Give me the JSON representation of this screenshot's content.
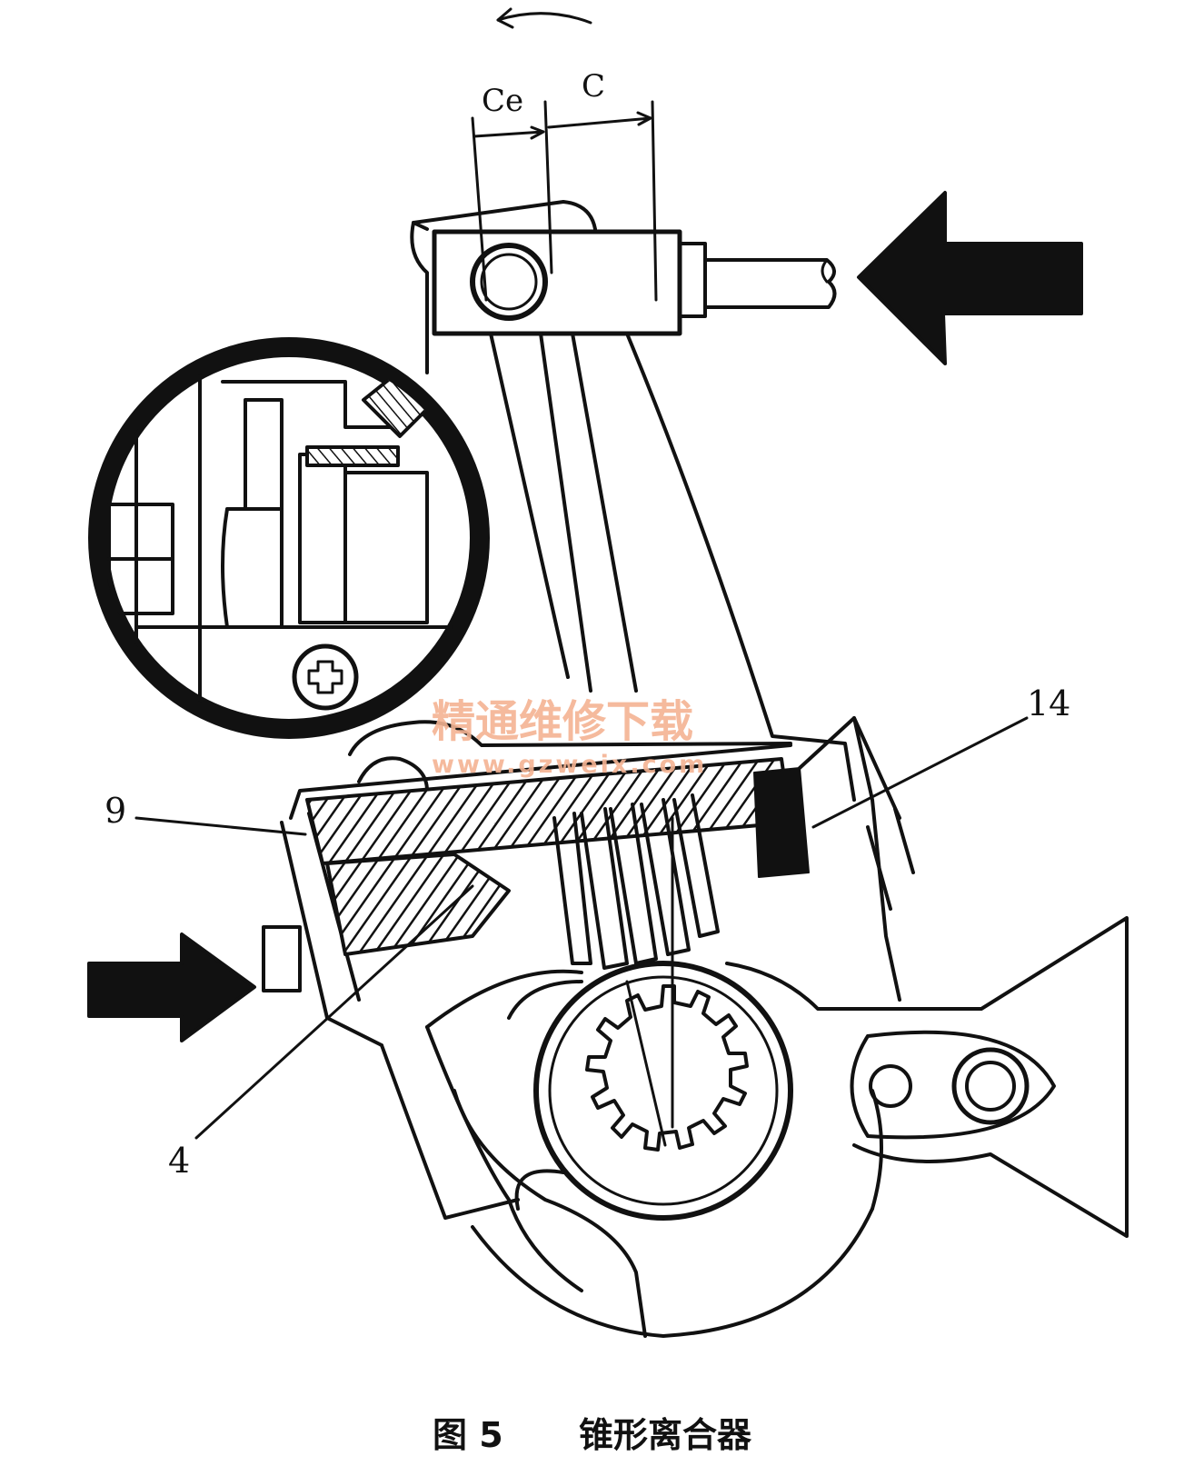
{
  "labels": {
    "ce": "Ce",
    "c": "C",
    "part_14": "14",
    "part_9": "9",
    "part_4": "4"
  },
  "watermark": {
    "text_cn": "精通维修下载",
    "url": "www.gzweix.com"
  },
  "caption": {
    "figure_number": "图 5",
    "title": "锥形离合器"
  },
  "colors": {
    "ink": "#111111",
    "watermark": "#f4b393"
  }
}
